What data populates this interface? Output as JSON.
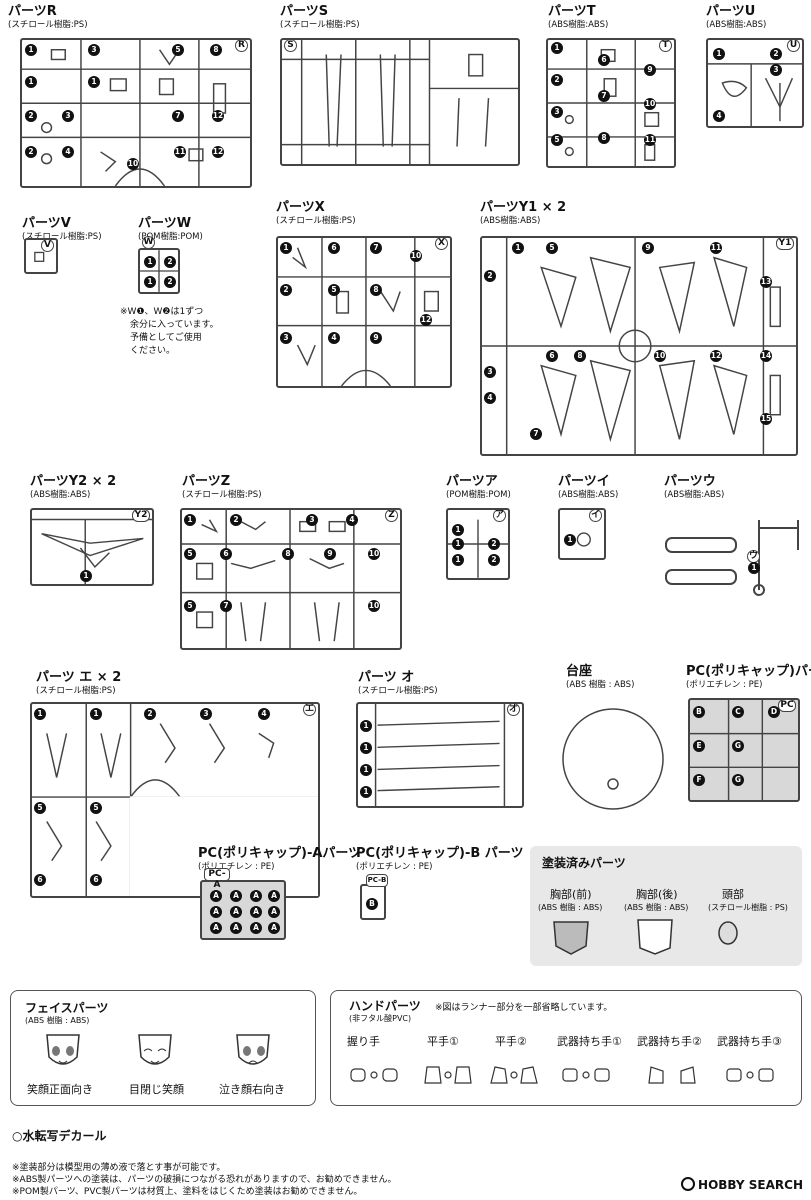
{
  "parts": {
    "r": {
      "title": "パーツR",
      "material": "(スチロール樹脂:PS)",
      "id": "R"
    },
    "s": {
      "title": "パーツS",
      "material": "(スチロール樹脂:PS)",
      "id": "S"
    },
    "t": {
      "title": "パーツT",
      "material": "(ABS樹脂:ABS)",
      "id": "T"
    },
    "u": {
      "title": "パーツU",
      "material": "(ABS樹脂:ABS)",
      "id": "U"
    },
    "v": {
      "title": "パーツV",
      "material": "(スチロール樹脂:PS)",
      "id": "V"
    },
    "w": {
      "title": "パーツW",
      "material": "(POM樹脂:POM)",
      "id": "W",
      "note": [
        "※W❶、W❷は1ずつ",
        "余分に入っています。",
        "予備としてご使用",
        "ください。"
      ]
    },
    "x": {
      "title": "パーツX",
      "material": "(スチロール樹脂:PS)",
      "id": "X"
    },
    "y1": {
      "title": "パーツY1 × 2",
      "material": "(ABS樹脂:ABS)",
      "id": "Y1"
    },
    "y2": {
      "title": "パーツY2 × 2",
      "material": "(ABS樹脂:ABS)",
      "id": "Y2"
    },
    "z": {
      "title": "パーツZ",
      "material": "(スチロール樹脂:PS)",
      "id": "Z"
    },
    "a": {
      "title": "パーツア",
      "material": "(POM樹脂:POM)",
      "id": "ア"
    },
    "i": {
      "title": "パーツイ",
      "material": "(ABS樹脂:ABS)",
      "id": "イ"
    },
    "u2": {
      "title": "パーツウ",
      "material": "(ABS樹脂:ABS)",
      "id": "ウ"
    },
    "e": {
      "title": "パーツ エ × 2",
      "material": "(スチロール樹脂:PS)",
      "id": "エ"
    },
    "o": {
      "title": "パーツ オ",
      "material": "(スチロール樹脂:PS)",
      "id": "オ"
    },
    "base": {
      "title": "台座",
      "material": "(ABS 樹脂 : ABS)"
    },
    "pc": {
      "title": "PC(ポリキャップ)パーツ",
      "material": "(ポリエチレン : PE)",
      "id": "PC",
      "letters": [
        "B",
        "C",
        "D",
        "E",
        "G",
        "F",
        "G"
      ]
    },
    "pca": {
      "title": "PC(ポリキャップ)-Aパーツ",
      "material": "(ポリエチレン : PE)",
      "id": "PC-A",
      "letter": "A"
    },
    "pcb": {
      "title": "PC(ポリキャップ)-B パーツ",
      "material": "(ポリエチレン : PE)",
      "id": "PC-B",
      "letter": "B"
    }
  },
  "painted": {
    "title": "塗装済みパーツ",
    "items": [
      {
        "label": "胸部(前)",
        "material": "(ABS 樹脂 : ABS)"
      },
      {
        "label": "胸部(後)",
        "material": "(ABS 樹脂 : ABS)"
      },
      {
        "label": "頭部",
        "material": "(スチロール樹脂 : PS)"
      }
    ]
  },
  "face": {
    "title": "フェイスパーツ",
    "material": "(ABS 樹脂 : ABS)",
    "items": [
      "笑顔正面向き",
      "目閉じ笑顔",
      "泣き顔右向き"
    ]
  },
  "hand": {
    "title": "ハンドパーツ",
    "note": "※図はランナー部分を一部省略しています。",
    "material": "(非フタル酸PVC)",
    "items": [
      "握り手",
      "平手①",
      "平手②",
      "武器持ち手①",
      "武器持ち手②",
      "武器持ち手③"
    ]
  },
  "decal": "○水転写デカール",
  "footnotes": [
    "※塗装部分は模型用の薄め液で落とす事が可能です。",
    "※ABS製パーツへの塗装は、パーツの破損につながる恐れがありますので、お勧めできません。",
    "※POM製パーツ、PVC製パーツは材質上、塗料をはじくため塗装はお勧めできません。"
  ],
  "logo": "HOBBY SEARCH"
}
